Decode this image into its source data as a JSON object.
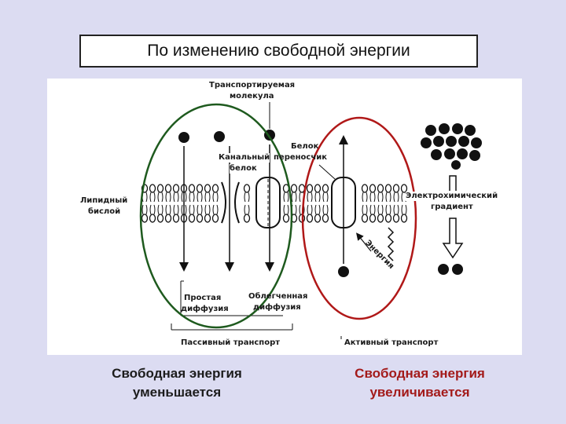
{
  "title": "По изменению свободной энергии",
  "figure": {
    "labels": {
      "transported_molecule_1": "Транспортируемая",
      "transported_molecule_2": "молекула",
      "carrier_protein_1": "Белок",
      "carrier_protein_2": "переносчик",
      "channel_protein_1": "Канальный",
      "channel_protein_2": "белок",
      "lipid_bilayer_1": "Липидный",
      "lipid_bilayer_2": "бислой",
      "electrochemical_gradient_1": "Электрохимический",
      "electrochemical_gradient_2": "градиент",
      "energy": "Энергия",
      "simple_diffusion_1": "Простая",
      "simple_diffusion_2": "диффузия",
      "facilitated_diffusion_1": "Облегченная",
      "facilitated_diffusion_2": "диффузия",
      "passive_transport": "Пассивный транспорт",
      "active_transport": "Активный транспорт"
    },
    "colors": {
      "passive_ellipse": "#1e5a1e",
      "active_ellipse": "#b01818"
    }
  },
  "captions": {
    "left_1": "Свободная энергия",
    "left_2": "уменьшается",
    "right_1": "Свободная энергия",
    "right_2": "увеличивается"
  }
}
